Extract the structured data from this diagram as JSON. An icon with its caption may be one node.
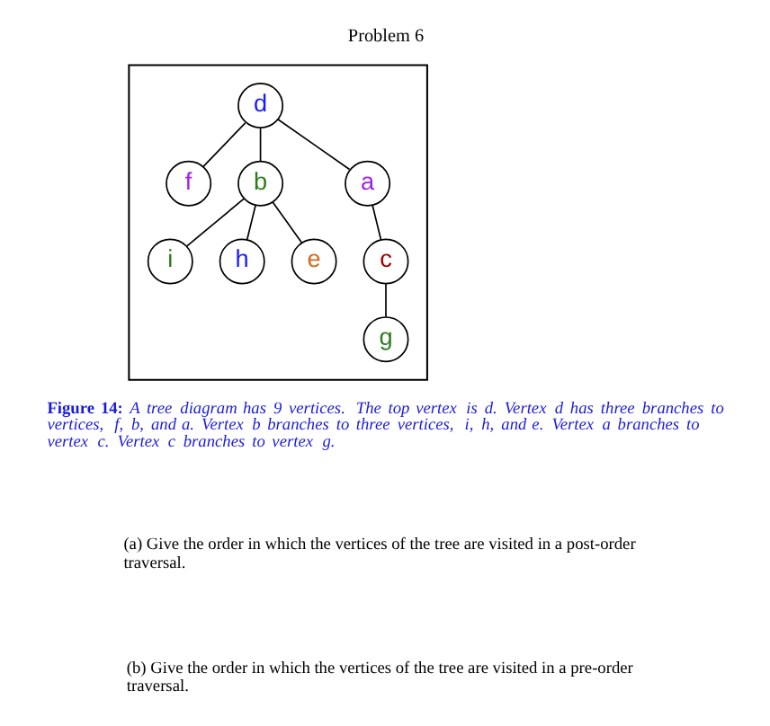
{
  "diagram": {
    "title": "Problem 6",
    "caption": "**Figure 14:** A tree diagram has 9 vertices. The top vertex is d. Vertex d has three branches to vertices, f, b, and a. Vertex b branches to three vertices, i, h, and e. Vertex a branches to vertex c. Vertex c branches to vertex g.",
    "nodes": [
      {
        "text": [],
        "shape": "box"
      },
      {
        "text": [
          "d"
        ],
        "in": 0
      },
      {
        "text": [
          "f"
        ],
        "in": 0
      },
      {
        "text": [
          "b"
        ],
        "in": 0
      },
      {
        "text": [
          "a"
        ],
        "in": 0
      },
      {
        "text": [
          "i"
        ],
        "in": 0
      },
      {
        "text": [
          "h"
        ],
        "in": 0
      },
      {
        "text": [
          "e"
        ],
        "in": 0
      },
      {
        "text": [
          "c"
        ],
        "in": 0
      },
      {
        "text": [
          "g"
        ],
        "in": 0
      }
    ],
    "edges": [
      {
        "from": 1,
        "to": 2,
        "arrow": "none"
      },
      {
        "from": 1,
        "to": 3,
        "arrow": "none"
      },
      {
        "from": 1,
        "to": 4,
        "arrow": "none"
      },
      {
        "from": 3,
        "to": 5,
        "arrow": "none"
      },
      {
        "from": 3,
        "to": 6,
        "arrow": "none"
      },
      {
        "from": 3,
        "to": 7,
        "arrow": "none"
      },
      {
        "from": 4,
        "to": 8,
        "arrow": "none"
      },
      {
        "from": 8,
        "to": 9,
        "arrow": "none"
      }
    ],
    "labels": [
      "(a) Give the order in which the vertices of the tree are visited in a post-order traversal.",
      "(b) Give the order in which the vertices of the tree are visited in a pre-order traversal."
    ]
  }
}
